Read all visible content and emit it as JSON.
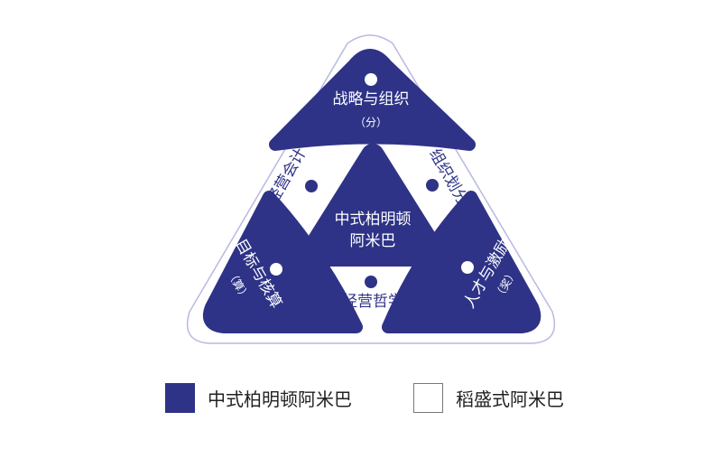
{
  "colors": {
    "primary": "#2e3387",
    "outline": "#b8b9e0"
  },
  "diagram": {
    "top": {
      "icon": "bar-chart-icon",
      "label": "战略与组织",
      "sub": "（分）"
    },
    "left": {
      "icon": "bar-chart-icon",
      "label": "目标与核算",
      "sub": "（算）"
    },
    "right": {
      "icon": "graduation-cap-icon",
      "label": "人才与激励",
      "sub": "（奖）"
    },
    "center": {
      "line1": "中式柏明顿",
      "line2": "阿米巴"
    },
    "white_left": {
      "icon": "ledger-icon",
      "label": "经营会计"
    },
    "white_right": {
      "icon": "org-icon",
      "label": "组织划分"
    },
    "white_bottom": {
      "icon": "book-icon",
      "label": "经营哲学"
    }
  },
  "legend": [
    {
      "label": "中式柏明顿阿米巴",
      "color": "#2e3387"
    },
    {
      "label": "稻盛式阿米巴",
      "color": "#ffffff"
    }
  ]
}
